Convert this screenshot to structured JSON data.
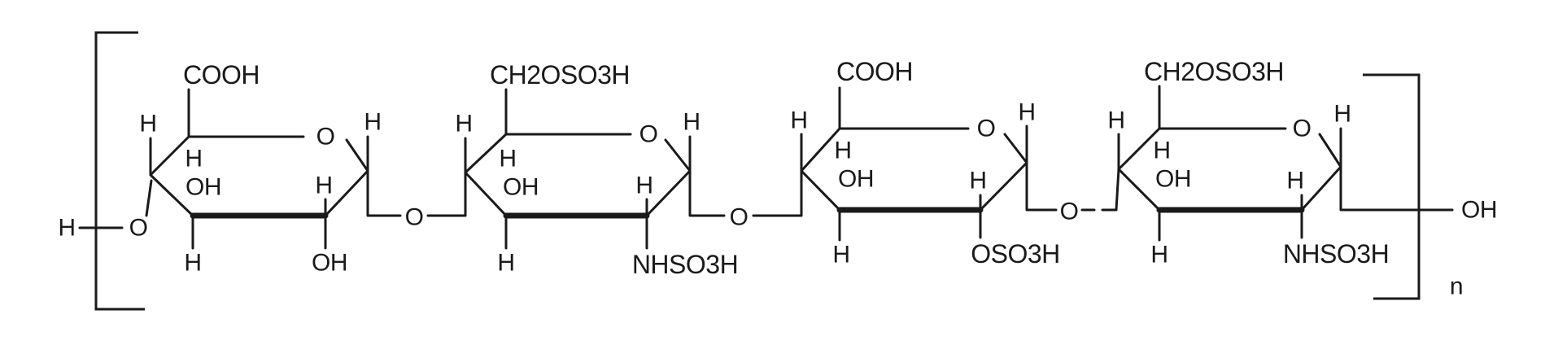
{
  "structure": {
    "labels": {
      "end_h": "H",
      "end_o": "O",
      "end_oh": "OH",
      "repeat_n": "n",
      "link_o": "O",
      "ring_o": "O",
      "h": "H",
      "oh": "OH",
      "cooh": "COOH",
      "ch2oso3h": "CH2OSO3H",
      "nhso3h": "NHSO3H",
      "oso3h": "OSO3H"
    },
    "sugar1": {
      "substituent_top": "COOH",
      "ring_o": "O",
      "h_left": "H",
      "h_inner": "H",
      "oh_inner": "OH",
      "h_right_upper": "H",
      "h_right_anomeric": "H",
      "h_bottom_left": "H",
      "oh_bottom": "OH"
    },
    "sugar2": {
      "substituent_top": "CH2OSO3H",
      "ring_o": "O",
      "h_left": "H",
      "h_inner": "H",
      "oh_inner": "OH",
      "h_right_upper": "H",
      "h_right_anomeric": "H",
      "h_bottom_left": "H",
      "substituent_bottom": "NHSO3H"
    },
    "sugar3": {
      "substituent_top": "COOH",
      "ring_o": "O",
      "h_left": "H",
      "h_inner": "H",
      "oh_inner": "OH",
      "h_right_upper": "H",
      "h_right_anomeric": "H",
      "h_bottom_left": "H",
      "substituent_bottom": "OSO3H"
    },
    "sugar4": {
      "substituent_top": "CH2OSO3H",
      "ring_o": "O",
      "h_left": "H",
      "h_inner": "H",
      "oh_inner": "OH",
      "h_right_upper": "H",
      "h_right_anomeric": "H",
      "h_bottom_left": "H",
      "substituent_bottom": "NHSO3H"
    }
  }
}
